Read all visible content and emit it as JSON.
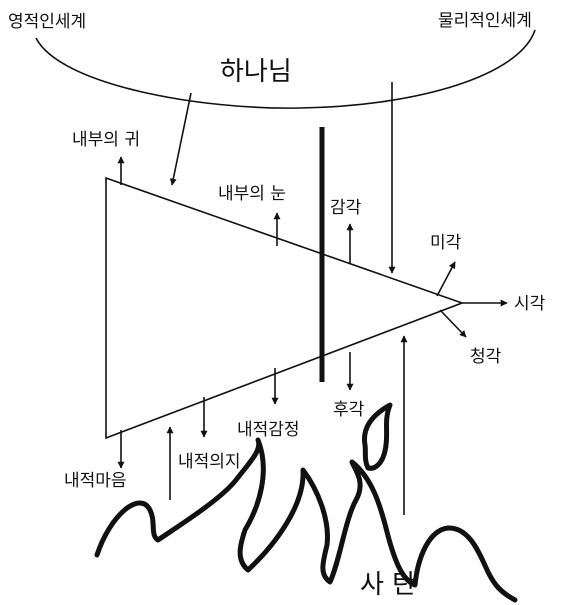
{
  "labels": {
    "spiritual_world": "영적인세계",
    "physical_world": "물리적인세계",
    "god": "하나님",
    "inner_ear": "내부의 귀",
    "inner_eye": "내부의 눈",
    "sensation": "감각",
    "taste": "미각",
    "sight": "시각",
    "hearing": "청각",
    "smell": "후각",
    "inner_emotion": "내적감정",
    "inner_will": "내적의지",
    "inner_mind": "내적마음",
    "satan": "사 탄"
  },
  "colors": {
    "ink": "#111111",
    "background": "#ffffff"
  }
}
